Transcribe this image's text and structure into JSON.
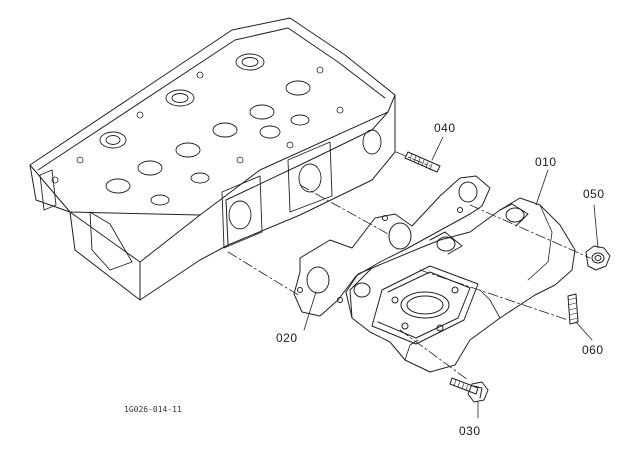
{
  "figure": {
    "code": "1G026-014-11"
  },
  "callouts": {
    "c010": "010",
    "c020": "020",
    "c030": "030",
    "c040": "040",
    "c050": "050",
    "c060": "060"
  },
  "colors": {
    "line": "#222222",
    "background": "#ffffff"
  }
}
